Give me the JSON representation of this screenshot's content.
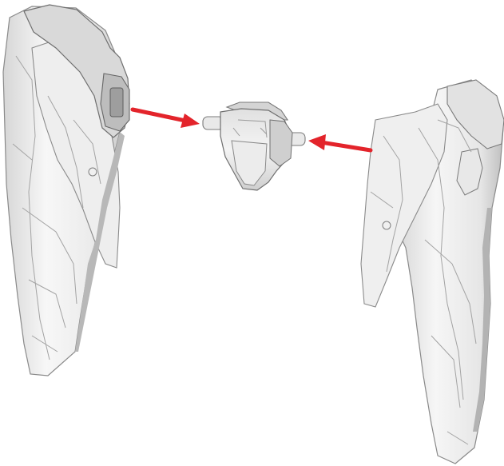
{
  "diagram": {
    "kind": "assembly-instruction",
    "background_color": "#ffffff",
    "part_fill": "#f2f2f2",
    "part_shadow": "#bdbdbd",
    "part_outline": "#7a7a7a",
    "arrow_color": "#e3242b",
    "parts": [
      {
        "id": "left-armor-plate",
        "icon": "armor-plate"
      },
      {
        "id": "center-connector",
        "icon": "joint-connector"
      },
      {
        "id": "right-armor-plate",
        "icon": "armor-plate"
      }
    ],
    "arrows": [
      {
        "from": "left-armor-plate",
        "to": "center-connector",
        "direction": "right"
      },
      {
        "from": "right-armor-plate",
        "to": "center-connector",
        "direction": "left"
      }
    ]
  }
}
